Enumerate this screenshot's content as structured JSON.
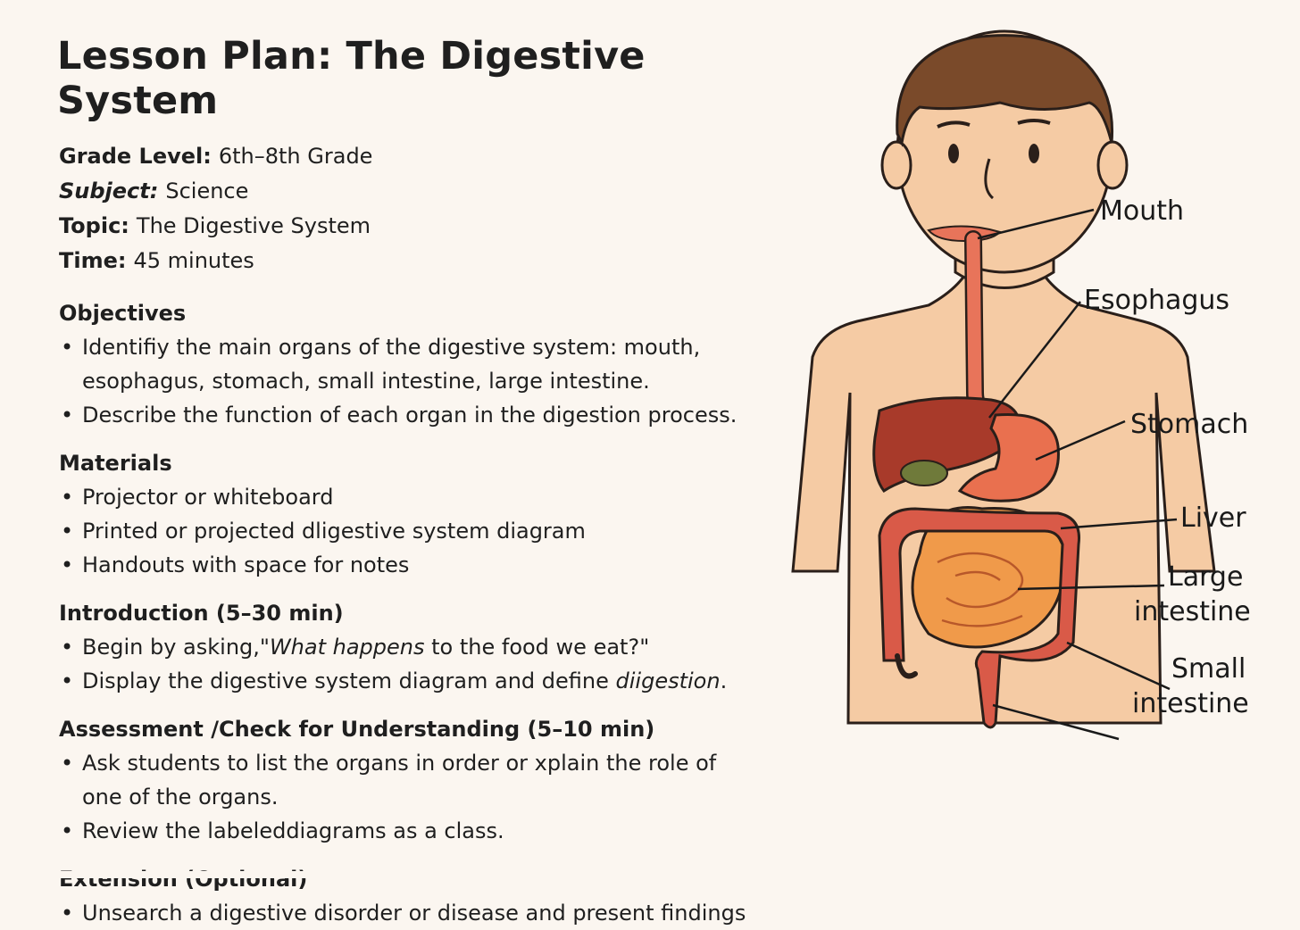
{
  "title": "Lesson Plan: The Digestive System",
  "meta": {
    "grade_label": "Grade Level:",
    "grade_value": "6th–8th Grade",
    "subject_label": "Subject:",
    "subject_value": "Science",
    "topic_label": "Topic:",
    "topic_value": "The Digestive System",
    "time_label": "Time:",
    "time_value": "45 minutes"
  },
  "objectives": {
    "heading": "Objectives",
    "items": [
      "Identifiy the main organs of the digestive system: mouth,",
      "esophagus, stomach, small intestine, large intestine.",
      "Describe the function of each organ in the digestion process."
    ]
  },
  "materials": {
    "heading": "Materials",
    "items": [
      "Projector or whiteboard",
      "Printed or projected dligestive system diagram",
      "Handouts with space for notes"
    ]
  },
  "introduction": {
    "heading": "Introduction (5–30 min)",
    "item1_prefix": "Begin by asking,\"",
    "item1_italic": "What happens",
    "item1_suffix": " to the food we eat?\"",
    "item2_prefix": "Display the digestive system diagram and define ",
    "item2_italic": "diigestion",
    "item2_suffix": "."
  },
  "assessment": {
    "heading": "Assessment /Check for Understanding (5–10 min)",
    "items": [
      "Ask students to list the organs in order or xplain the role of",
      "one of the organs.",
      "Review the labeleddiagrams as a class."
    ]
  },
  "extension": {
    "heading": "Extension (Optional)",
    "items": [
      "Unsearch a digestive disorder or disease and present findings"
    ]
  },
  "diagram_labels": {
    "mouth": "Mouth",
    "esophagus": "Esophagus",
    "stomach": "Stomach",
    "liver": "Liver",
    "large_intestine_1": "Large",
    "large_intestine_2": "intestine",
    "small_intestine_1": "Small",
    "small_intestine_2": "intestine"
  },
  "colors": {
    "background": "#fbf6f0",
    "skin": "#f5cba4",
    "hair": "#7a4a2a",
    "esophagus": "#e8745a",
    "liver": "#a83a2a",
    "stomach": "#e9704f",
    "small_intestine": "#f09a4a",
    "large_intestine": "#d95a48",
    "gallbladder": "#6f7a3a"
  }
}
